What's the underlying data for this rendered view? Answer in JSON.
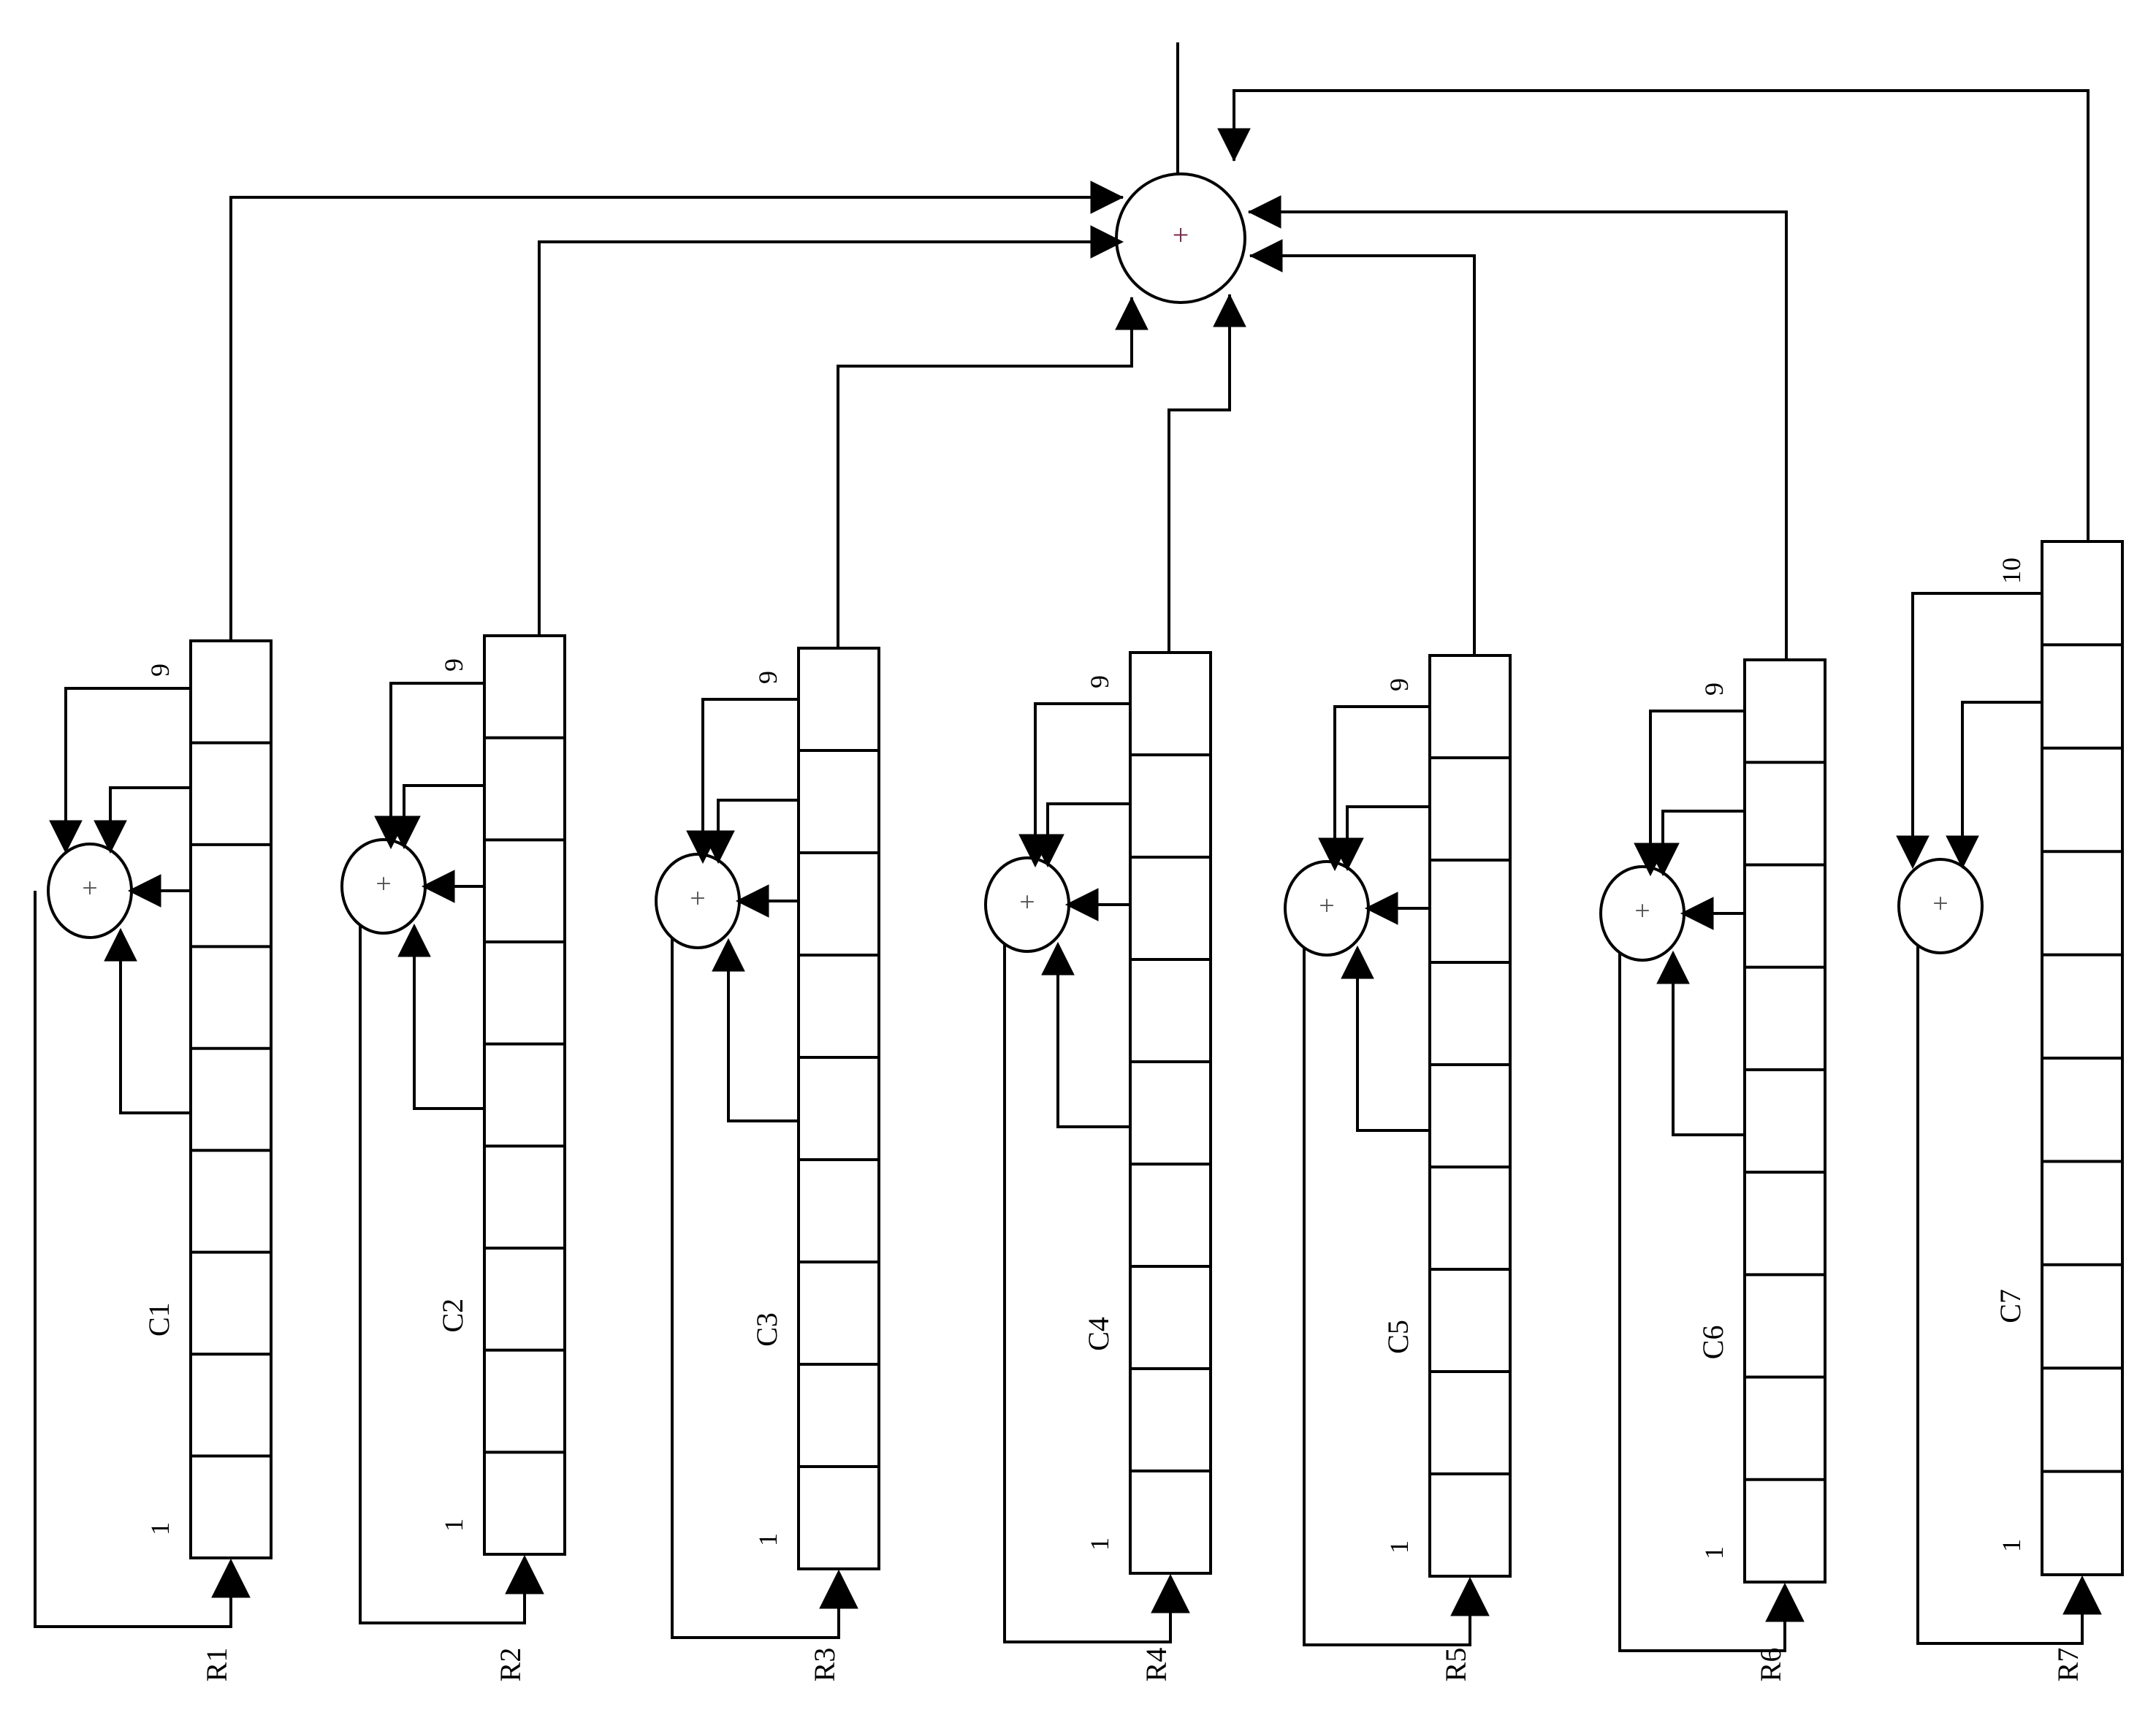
{
  "diagram": {
    "summing_symbol": "+",
    "registers": [
      {
        "name": "R1",
        "counter": "C1",
        "first": "1",
        "last": "9",
        "cells": 9,
        "taps": 4
      },
      {
        "name": "R2",
        "counter": "C2",
        "first": "1",
        "last": "9",
        "cells": 9,
        "taps": 4
      },
      {
        "name": "R3",
        "counter": "C3",
        "first": "1",
        "last": "9",
        "cells": 9,
        "taps": 4
      },
      {
        "name": "R4",
        "counter": "C4",
        "first": "1",
        "last": "9",
        "cells": 9,
        "taps": 4
      },
      {
        "name": "R5",
        "counter": "C5",
        "first": "1",
        "last": "9",
        "cells": 9,
        "taps": 4
      },
      {
        "name": "R6",
        "counter": "C6",
        "first": "1",
        "last": "9",
        "cells": 9,
        "taps": 4
      },
      {
        "name": "R7",
        "counter": "C7",
        "first": "1",
        "last": "10",
        "cells": 10,
        "taps": 2
      }
    ],
    "main_adder": {
      "symbol": "+"
    }
  }
}
